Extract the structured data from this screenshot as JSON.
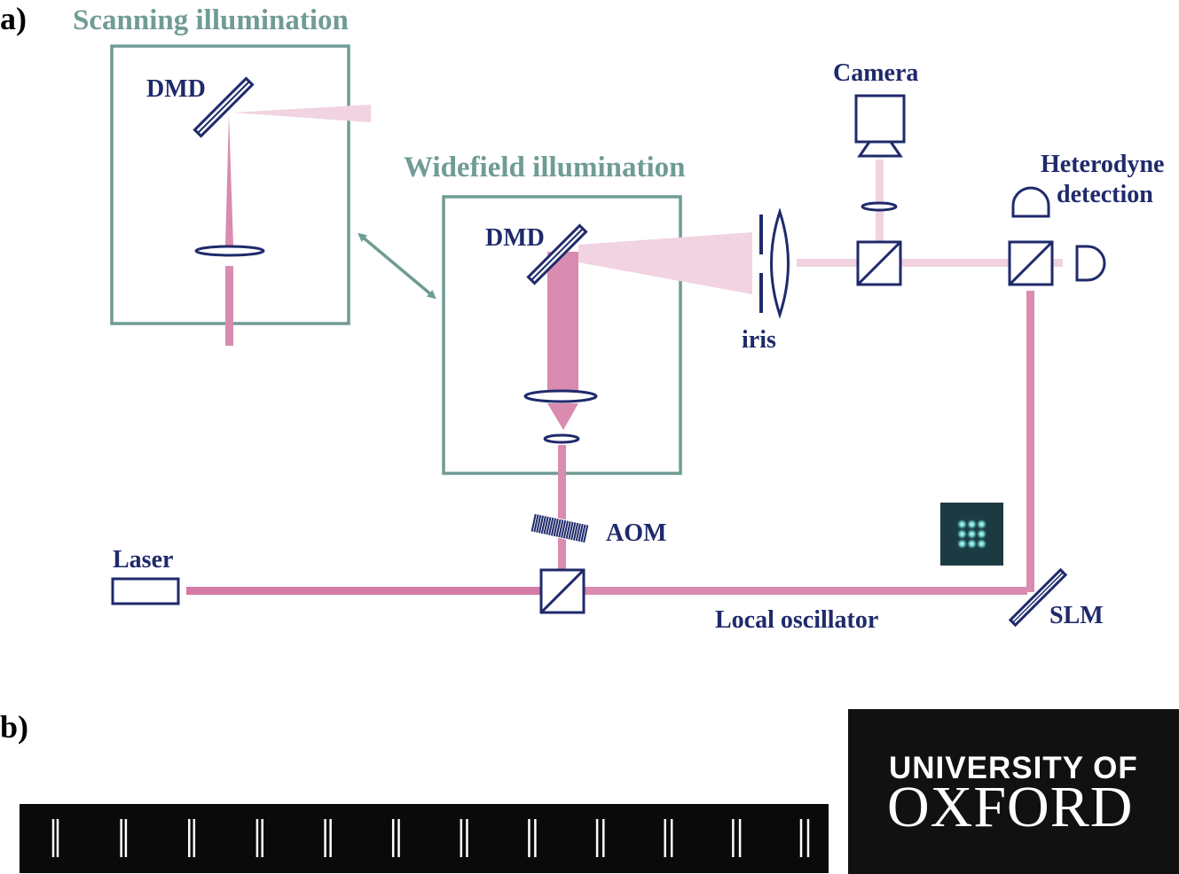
{
  "panel_a": {
    "letter": "a)",
    "scanning_title": "Scanning illumination",
    "widefield_title": "Widefield illumination",
    "dmd_scanning": "DMD",
    "dmd_widefield": "DMD",
    "camera": "Camera",
    "heterodyne_line1": "Heterodyne",
    "heterodyne_line2": "detection",
    "iris": "iris",
    "aom": "AOM",
    "laser": "Laser",
    "local_oscillator": "Local oscillator",
    "slm": "SLM"
  },
  "panel_b": {
    "letter": "b)",
    "line_pair_count": 12,
    "logo_line1": "UNIVERSITY OF",
    "logo_line2": "OXFORD"
  },
  "colors": {
    "beam": "#d98bb0",
    "beam_light": "#f1d3e2",
    "beam_main": "#d37aa6",
    "optics": "#1f2a6b",
    "box": "#6f9c94",
    "title": "#6f9c94"
  },
  "icons": [
    "dmd-mirror-icon",
    "lens-icon",
    "beamsplitter-icon",
    "camera-icon",
    "detector-icon",
    "aom-icon",
    "slm-mirror-icon",
    "laser-icon",
    "iris-icon",
    "double-arrow-icon"
  ]
}
